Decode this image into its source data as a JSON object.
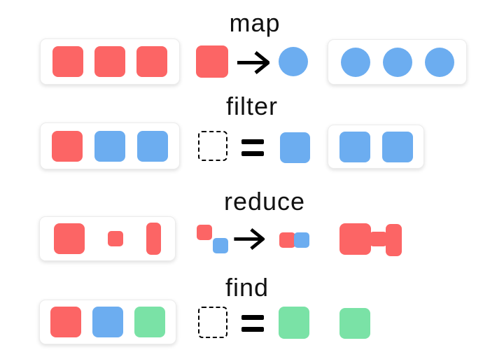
{
  "palette": {
    "red": "#fc6565",
    "blue": "#6cadf0",
    "green": "#7ae2a6",
    "box_border": "#ececec",
    "text": "#111111",
    "background": "#ffffff"
  },
  "sections": {
    "map": {
      "label": "map",
      "input": {
        "items": [
          {
            "shape": "square",
            "color": "red"
          },
          {
            "shape": "square",
            "color": "red"
          },
          {
            "shape": "square",
            "color": "red"
          }
        ]
      },
      "output": {
        "items": [
          {
            "shape": "circle",
            "color": "blue"
          },
          {
            "shape": "circle",
            "color": "blue"
          },
          {
            "shape": "circle",
            "color": "blue"
          }
        ]
      }
    },
    "filter": {
      "label": "filter",
      "input": {
        "items": [
          {
            "shape": "square",
            "color": "red"
          },
          {
            "shape": "square",
            "color": "blue"
          },
          {
            "shape": "square",
            "color": "blue"
          }
        ]
      },
      "output": {
        "items": [
          {
            "shape": "square",
            "color": "blue"
          },
          {
            "shape": "square",
            "color": "blue"
          }
        ]
      }
    },
    "reduce": {
      "label": "reduce",
      "input": {
        "items": [
          {
            "shape": "square",
            "color": "red"
          },
          {
            "shape": "square-small",
            "color": "red"
          },
          {
            "shape": "bar",
            "color": "red"
          }
        ]
      }
    },
    "find": {
      "label": "find",
      "input": {
        "items": [
          {
            "shape": "square",
            "color": "red"
          },
          {
            "shape": "square",
            "color": "blue"
          },
          {
            "shape": "square",
            "color": "green"
          }
        ]
      }
    }
  }
}
